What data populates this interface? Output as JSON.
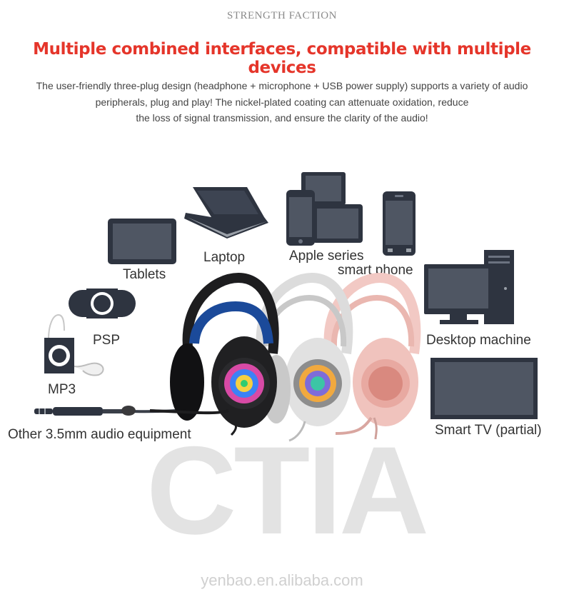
{
  "brand": "STRENGTH FACTION",
  "headline": "Multiple combined interfaces, compatible with multiple devices",
  "description": [
    "The user-friendly three-plug design (headphone + microphone + USB power supply) supports a variety of audio",
    "peripherals, plug and play! The nickel-plated coating can attenuate oxidation, reduce",
    "the loss of signal transmission, and ensure the clarity of the audio!"
  ],
  "devices": {
    "tablets": "Tablets",
    "laptop": "Laptop",
    "apple_line1": "Apple series",
    "apple_line2": "smart phone",
    "psp": "PSP",
    "mp3": "MP3",
    "desktop": "Desktop machine",
    "smart_tv": "Smart TV (partial)",
    "audio": "Other 3.5mm audio equipment"
  },
  "watermark": "CTIA",
  "footer": "yenbao.en.alibaba.com",
  "colors": {
    "headline": "#e5352a",
    "device_icons": "#2e3440",
    "headset_black": "#1d1d1f",
    "headset_white": "#d9d9d9",
    "headset_pink": "#f2c9c4"
  }
}
